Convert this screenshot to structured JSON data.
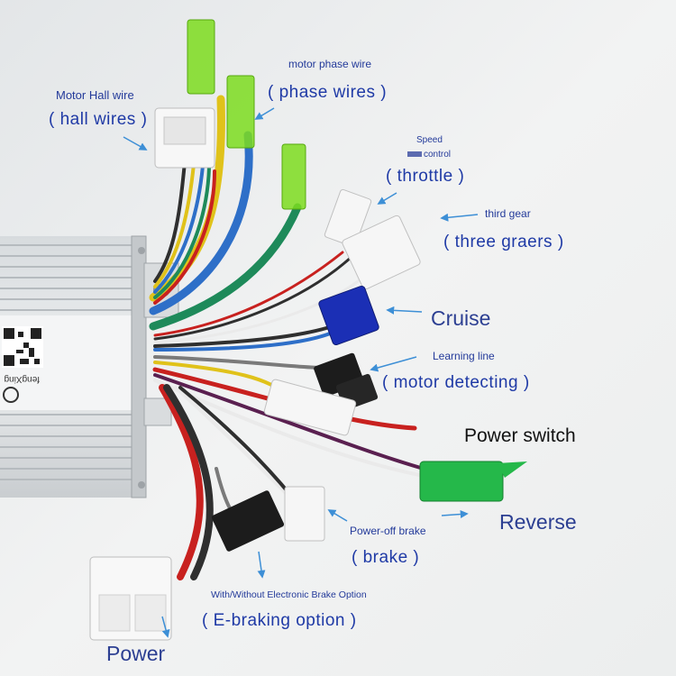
{
  "labels": {
    "hall_caption": "Motor Hall wire",
    "hall_main": "( hall wires )",
    "phase_caption": "motor phase wire",
    "phase_main": "( phase wires )",
    "speed_caption_1": "Speed",
    "speed_caption_2": "control",
    "throttle_main": "( throttle )",
    "gear_caption": "third gear",
    "gear_main": "( three graers )",
    "cruise": "Cruise",
    "learning_caption": "Learning line",
    "learning_main": "( motor detecting )",
    "power_switch": "Power switch",
    "reverse": "Reverse",
    "brake_caption": "Power-off brake",
    "brake_main": "( brake )",
    "ebrake_caption": "With/Without Electronic Brake Option",
    "ebrake_main": "( E-braking option )",
    "power": "Power"
  },
  "controller": {
    "brand": "fengXing"
  },
  "colors": {
    "label_blue": "#1f3aa6",
    "arrow_blue": "#3d8fd6",
    "connector_green": "#7ddc1f",
    "reverse_green": "#25b84a",
    "cruise_blue": "#1b2fb5"
  }
}
